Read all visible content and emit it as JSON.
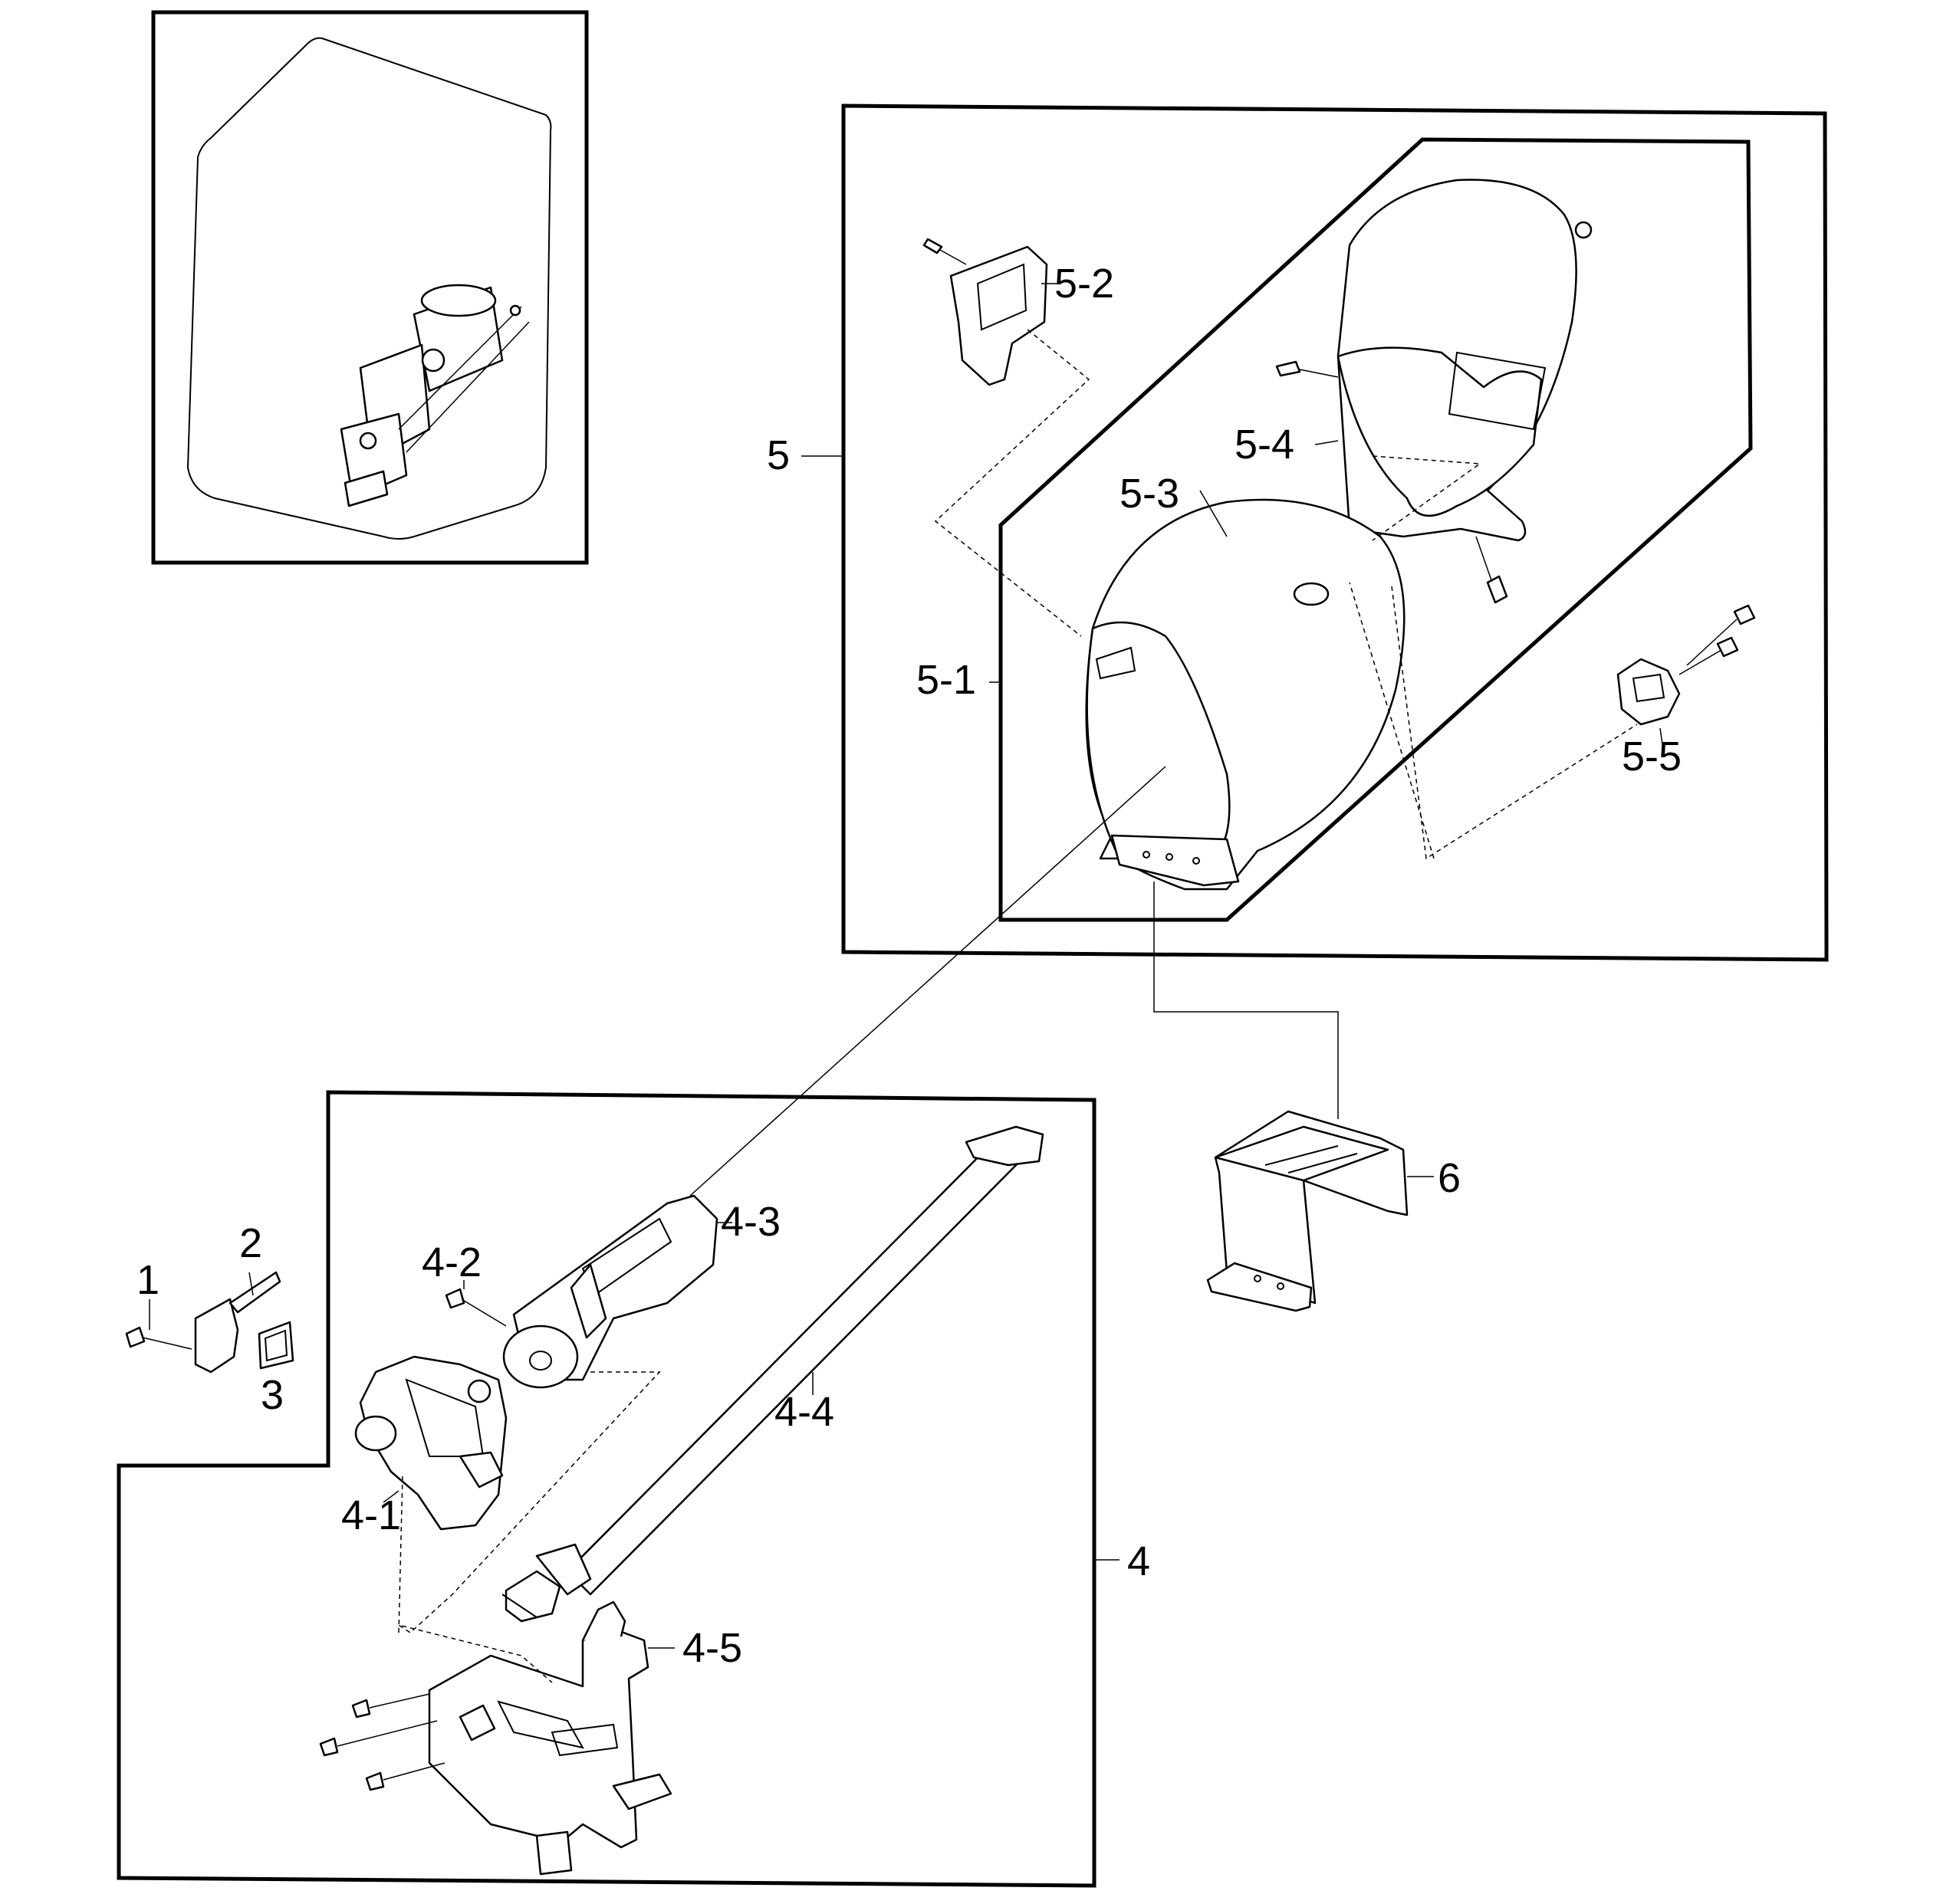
{
  "labels": {
    "l1": "1",
    "l2": "2",
    "l3": "3",
    "l4": "4",
    "l4_1": "4-1",
    "l4_2": "4-2",
    "l4_3": "4-3",
    "l4_4": "4-4",
    "l4_5": "4-5",
    "l5": "5",
    "l5_1": "5-1",
    "l5_2": "5-2",
    "l5_3": "5-3",
    "l5_4": "5-4",
    "l5_5": "5-5",
    "l6": "6"
  }
}
